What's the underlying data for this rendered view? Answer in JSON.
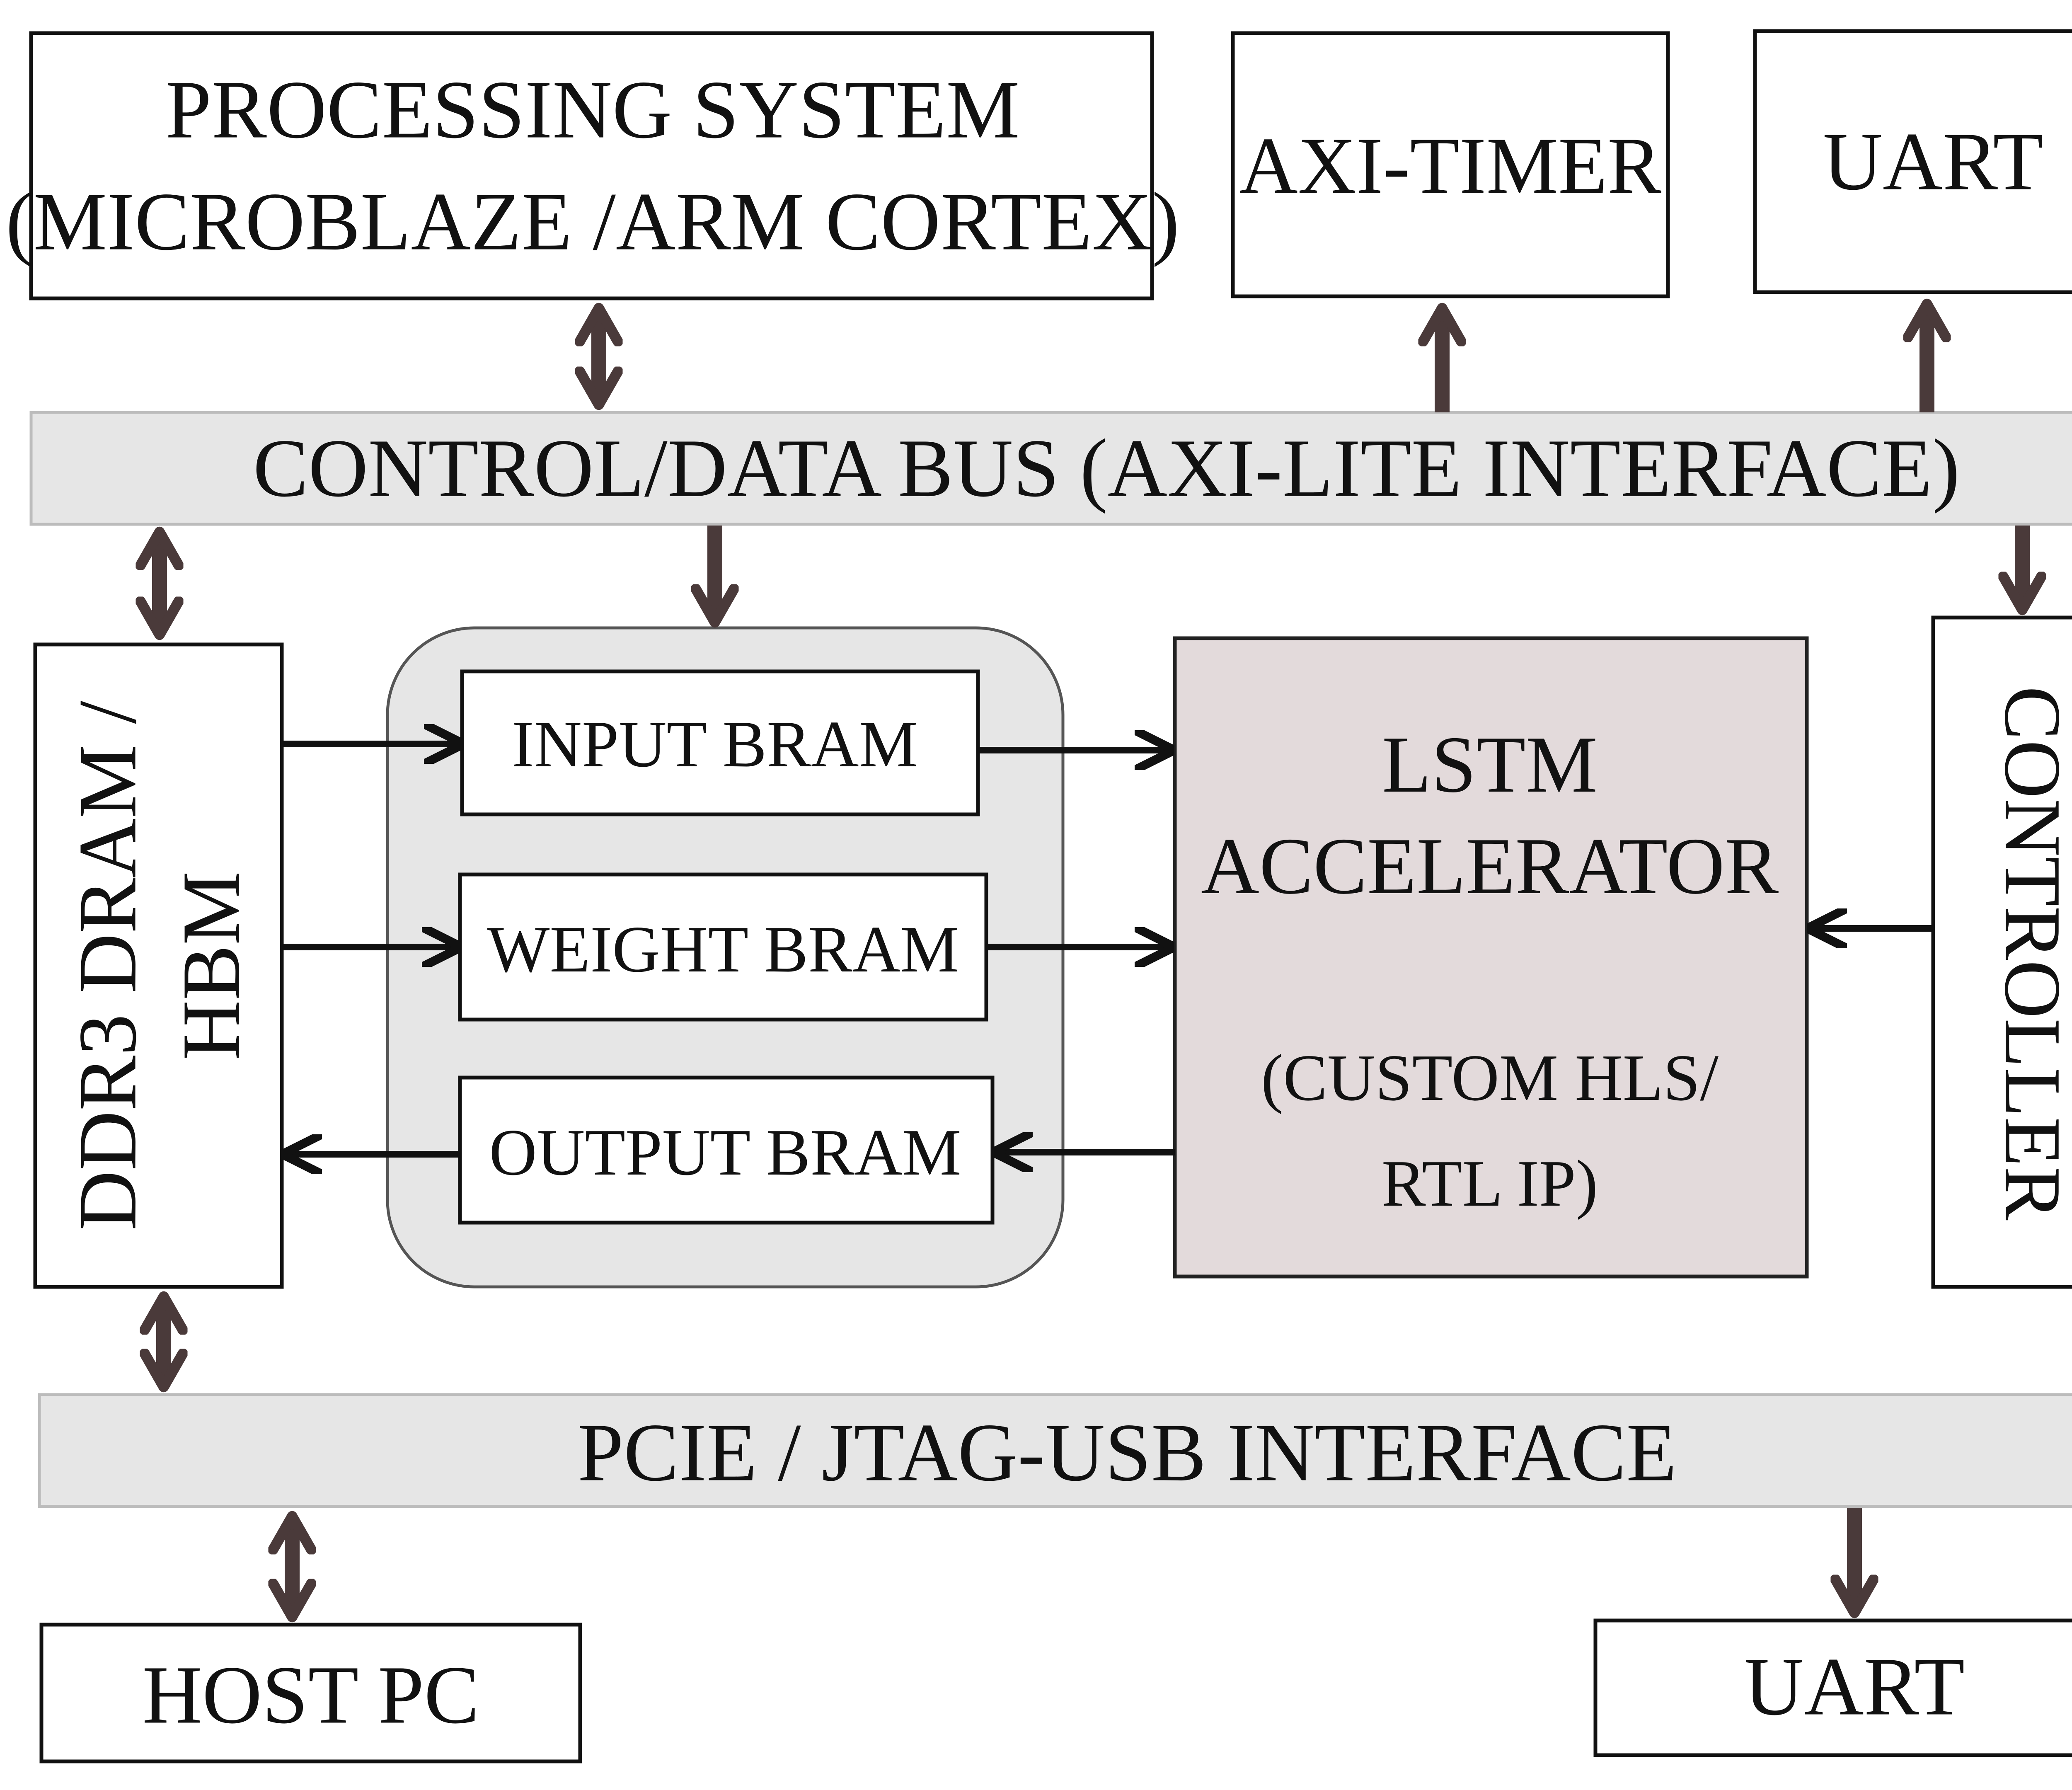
{
  "blocks": {
    "processing_system": {
      "line1": "PROCESSING SYSTEM",
      "line2": "(MICROBLAZE /ARM CORTEX)"
    },
    "axi_timer": "AXI-TIMER",
    "uart_top": "UART",
    "control_bus": "CONTROL/DATA BUS (AXI-LITE INTERFACE)",
    "ddr": {
      "line1": "DDR3 DRAM /",
      "line2": "HBM"
    },
    "input_bram": "INPUT BRAM",
    "weight_bram": "WEIGHT BRAM",
    "output_bram": "OUTPUT BRAM",
    "lstm": {
      "line1": "LSTM",
      "line2": "ACCELERATOR",
      "line3": "(CUSTOM HLS/",
      "line4": "RTL IP)"
    },
    "controller": "CONTROLLER",
    "pcie_bus": "PCIE / JTAG-USB INTERFACE",
    "host_pc": "HOST PC",
    "uart_bottom": "UART"
  },
  "colors": {
    "bus_fill": "#e6e6e6",
    "accelerator_fill": "#e3dadb",
    "bus_arrow": "#4a3a3a",
    "data_arrow": "#111111"
  }
}
